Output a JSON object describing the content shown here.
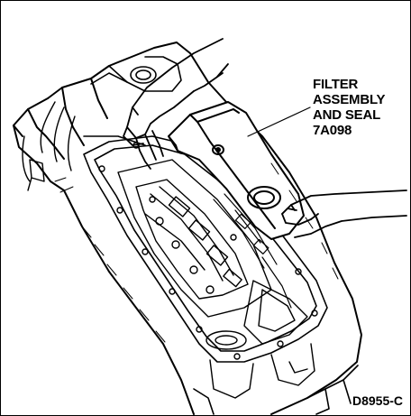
{
  "callout": {
    "lines": [
      "FILTER",
      "ASSEMBLY",
      "AND SEAL",
      "7A098"
    ]
  },
  "figure_code": "D8955-C",
  "colors": {
    "ink": "#000000",
    "paper": "#ffffff"
  }
}
